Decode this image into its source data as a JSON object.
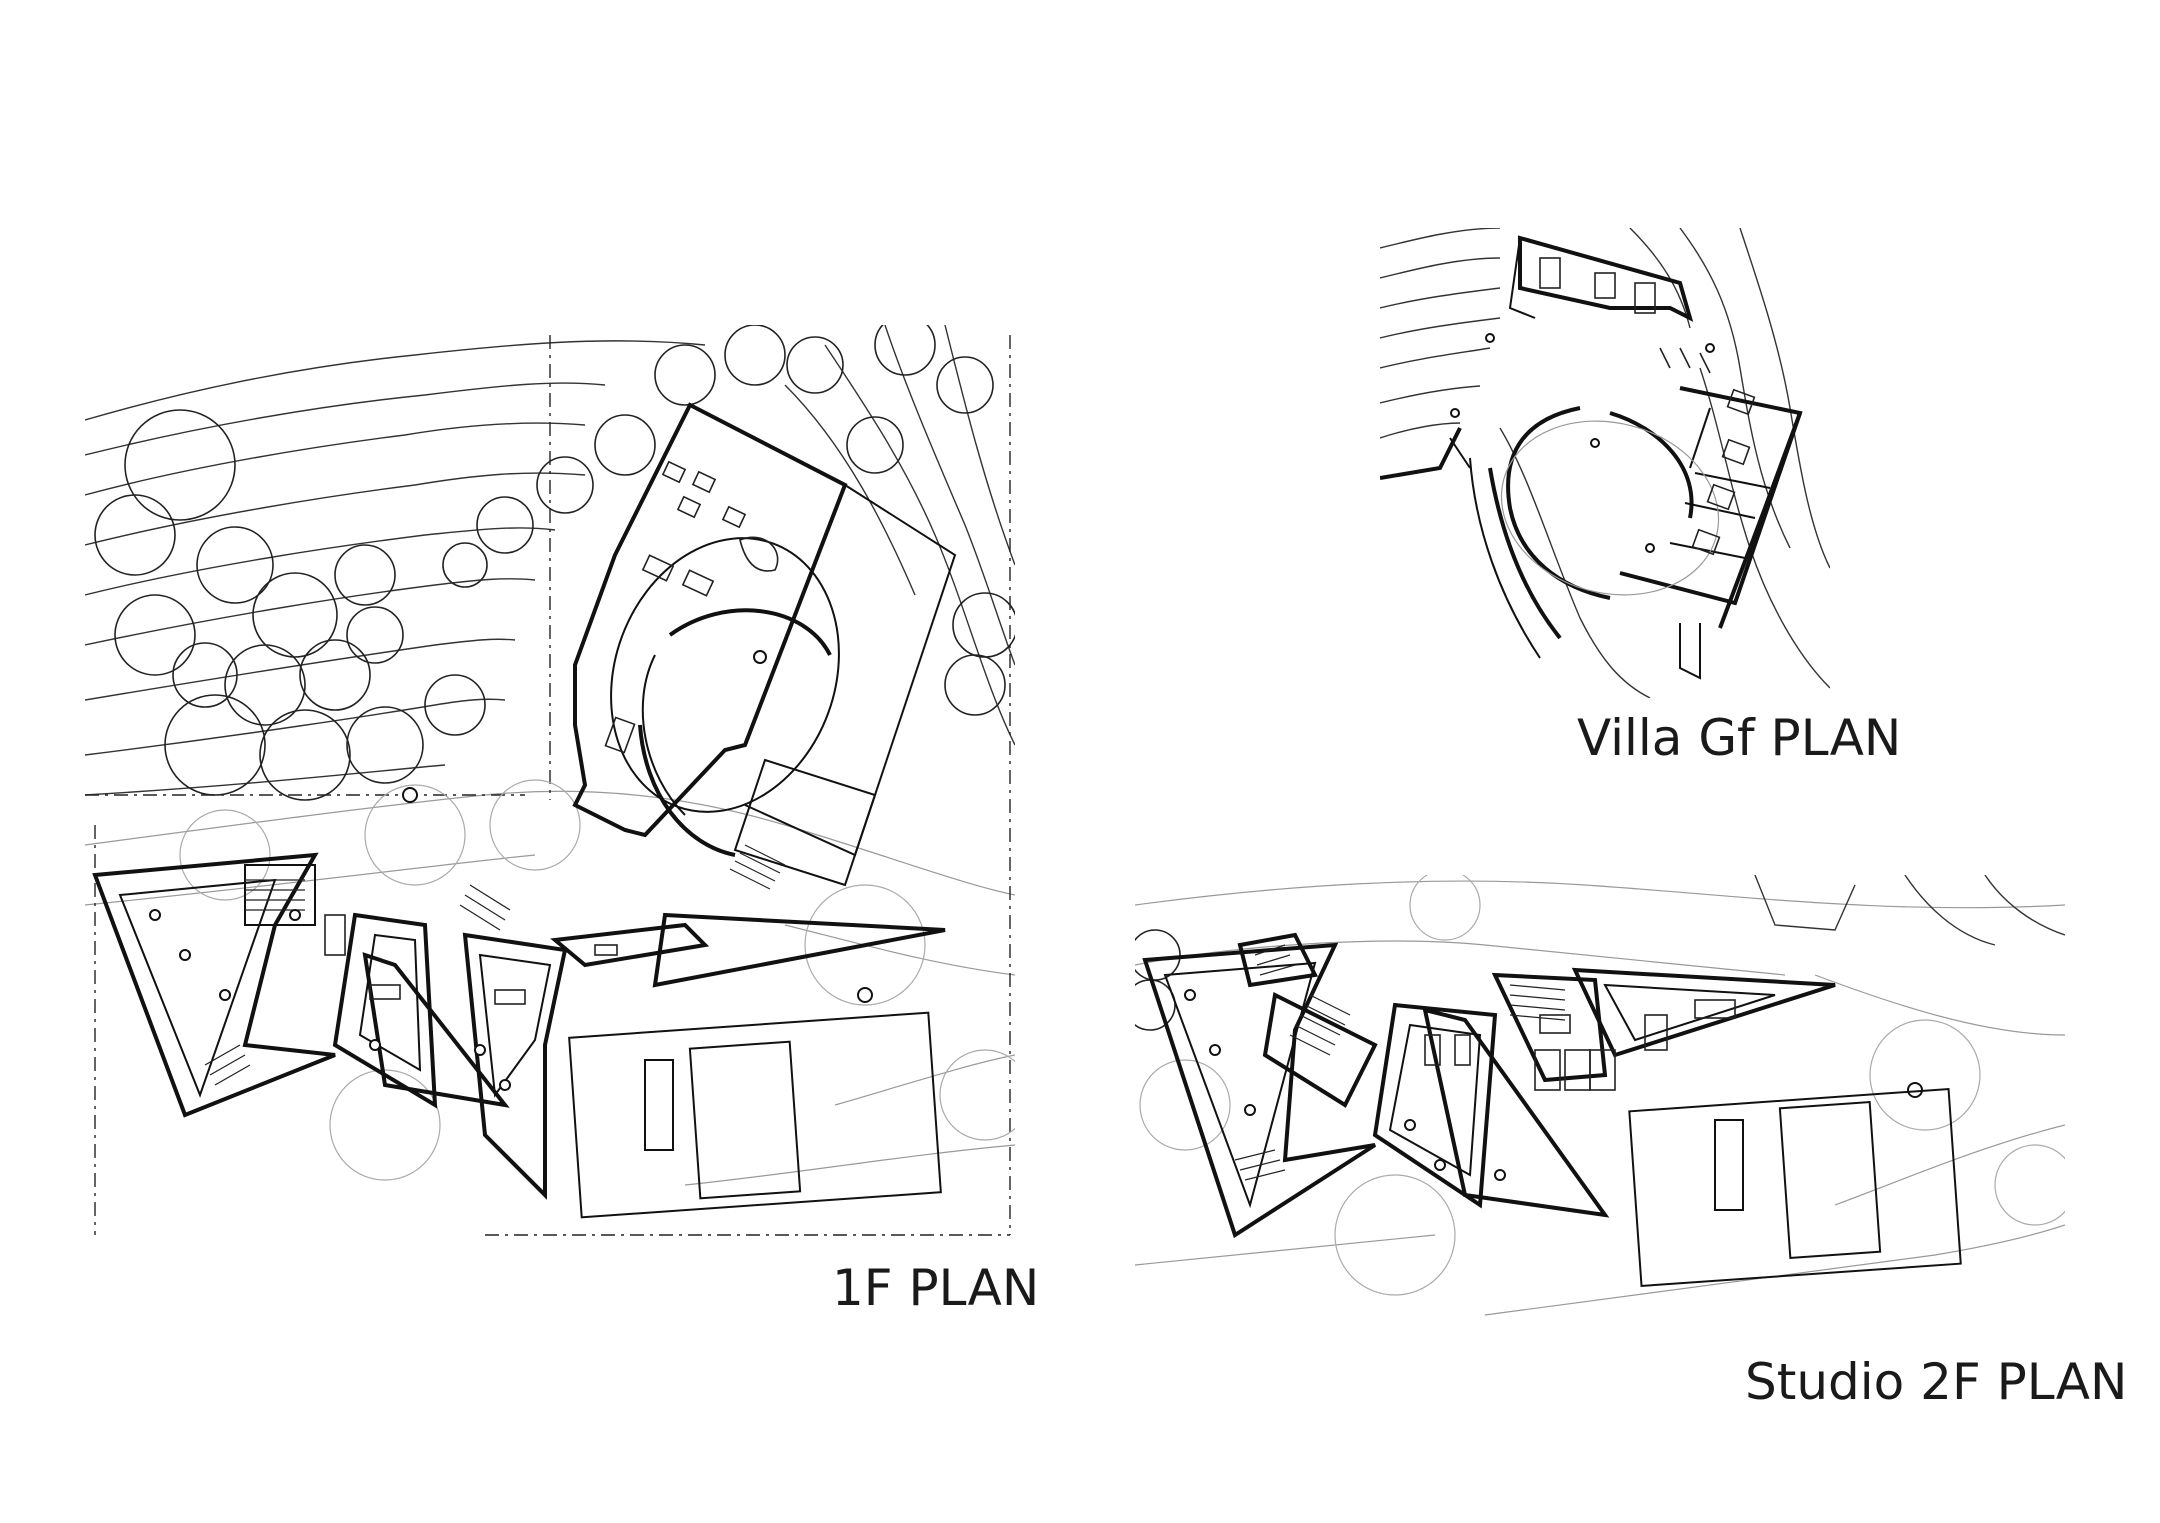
{
  "plans": [
    {
      "id": "1f",
      "label": "1F PLAN"
    },
    {
      "id": "villa-gf",
      "label": "Villa Gf PLAN"
    },
    {
      "id": "studio-2f",
      "label": "Studio 2F PLAN"
    }
  ],
  "colors": {
    "ink": "#111111",
    "background": "#ffffff"
  }
}
